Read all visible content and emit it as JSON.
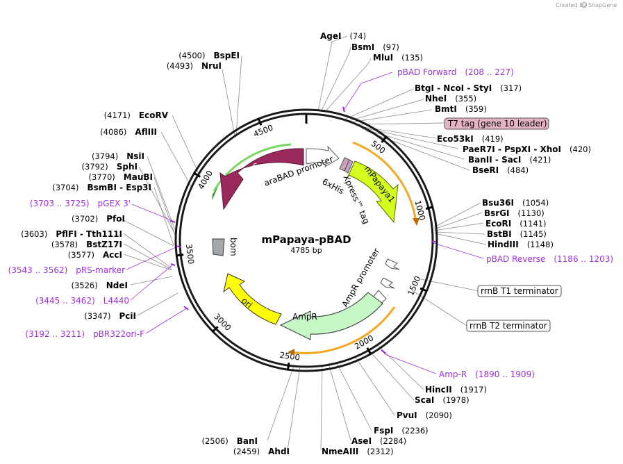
{
  "watermark": "Created by",
  "watermark_brand": "SnapGene",
  "plasmid": {
    "name": "mPapaya-pBAD",
    "size_label": "4785 bp",
    "length": 4785
  },
  "ticks": [
    "500",
    "1000",
    "1500",
    "2000",
    "2500",
    "3000",
    "3500",
    "4000",
    "4500"
  ],
  "enzymes": {
    "agei": {
      "name": "AgeI",
      "pos": "(74)"
    },
    "bsmi": {
      "name": "BsmI",
      "pos": "(97)"
    },
    "mlui": {
      "name": "MluI",
      "pos": "(135)"
    },
    "btgi": {
      "name": "BtgI",
      "sep1": " - ",
      "ncoi": "NcoI",
      "sep2": " - ",
      "styi": "StyI",
      "pos": "(317)"
    },
    "nhei": {
      "name": "NheI",
      "pos": "(355)"
    },
    "bmti": {
      "name": "BmtI",
      "pos": "(359)"
    },
    "eco53ki": {
      "name": "Eco53kI",
      "pos": "(419)"
    },
    "paer7i": {
      "name": "PaeR7I",
      "sep1": " - ",
      "pspxi": "PspXI",
      "sep2": " - ",
      "xhoi": "XhoI",
      "pos": "(420)"
    },
    "banii": {
      "name": "BanII",
      "sep1": " - ",
      "saci": "SacI",
      "pos": "(421)"
    },
    "bseri": {
      "name": "BseRI",
      "pos": "(484)"
    },
    "bsu36i": {
      "name": "Bsu36I",
      "pos": "(1054)"
    },
    "bsrgi": {
      "name": "BsrGI",
      "pos": "(1130)"
    },
    "ecori": {
      "name": "EcoRI",
      "pos": "(1141)"
    },
    "bstbi": {
      "name": "BstBI",
      "pos": "(1145)"
    },
    "hindiii": {
      "name": "HindIII",
      "pos": "(1148)"
    },
    "hincii": {
      "name": "HincII",
      "pos": "(1917)"
    },
    "scai": {
      "name": "ScaI",
      "pos": "(1978)"
    },
    "pvui": {
      "name": "PvuI",
      "pos": "(2090)"
    },
    "fspi": {
      "name": "FspI",
      "pos": "(2236)"
    },
    "asei": {
      "name": "AseI",
      "pos": "(2284)"
    },
    "nmeaiii": {
      "name": "NmeAIII",
      "pos": "(2312)"
    },
    "ahdi": {
      "name": "AhdI",
      "pos": "(2459)"
    },
    "bani": {
      "name": "BanI",
      "pos": "(2506)"
    },
    "pcii": {
      "name": "PciI",
      "pos": "(3347)"
    },
    "ndei": {
      "name": "NdeI",
      "pos": "(3526)"
    },
    "acci": {
      "name": "AccI",
      "pos": "(3577)"
    },
    "bstz17i": {
      "name": "BstZ17I",
      "pos": "(3578)"
    },
    "pflfi": {
      "name": "PflFI",
      "sep1": " - ",
      "tth111i": "Tth111I",
      "pos": "(3603)"
    },
    "pfoi": {
      "name": "PfoI",
      "pos": "(3702)"
    },
    "bsmbi": {
      "name": "BsmBI",
      "sep1": " - ",
      "esp3i": "Esp3I",
      "pos": "(3704)"
    },
    "maubi": {
      "name": "MauBI",
      "pos": "(3770)"
    },
    "sphi": {
      "name": "SphI",
      "pos": "(3792)"
    },
    "nsii": {
      "name": "NsiI",
      "pos": "(3794)"
    },
    "afliii": {
      "name": "AflIII",
      "pos": "(4086)"
    },
    "ecorv": {
      "name": "EcoRV",
      "pos": "(4171)"
    },
    "nrui": {
      "name": "NruI",
      "pos": "(4493)"
    },
    "bspei": {
      "name": "BspEI",
      "pos": "(4500)"
    }
  },
  "primers": {
    "pbad_forward": {
      "name": "pBAD Forward",
      "range": "(208 .. 227)"
    },
    "pbad_reverse": {
      "name": "pBAD Reverse",
      "range": "(1186 .. 1203)"
    },
    "amp_r": {
      "name": "Amp-R",
      "range": "(1890 .. 1909)"
    },
    "pbr322ori_f": {
      "range": "(3192 .. 3211)",
      "name": "pBR322ori-F"
    },
    "l4440": {
      "range": "(3445 .. 3462)",
      "name": "L4440"
    },
    "prs_marker": {
      "range": "(3543 .. 3562)",
      "name": "pRS-marker"
    },
    "pgex3": {
      "range": "(3703 .. 3725)",
      "name": "pGEX 3'"
    }
  },
  "features": {
    "arac": "araC",
    "arabad_promoter": "araBAD promoter",
    "sixhis": "6xHis",
    "xpress_tag": "Xpress™ tag",
    "mpapaya1": "mPapaya1",
    "ampr_promoter": "AmpR promoter",
    "ampr": "AmpR",
    "ori": "ori",
    "bom": "bom",
    "t7_tag": "T7 tag (gene 10 leader)",
    "rrnb_t1": "rrnB T1 terminator",
    "rrnb_t2": "rrnB T2 terminator"
  },
  "colors": {
    "arac": "#9b2a5c",
    "mpapaya1": "#d4ff1e",
    "ampr": "#c6f7c6",
    "ori": "#ffff00",
    "bom": "#a3a8ad",
    "t7_tag": "#e4b3c5",
    "primer": "#9b30d9",
    "arac_halo": "#78d660",
    "orange_halo": "#f5a623"
  }
}
